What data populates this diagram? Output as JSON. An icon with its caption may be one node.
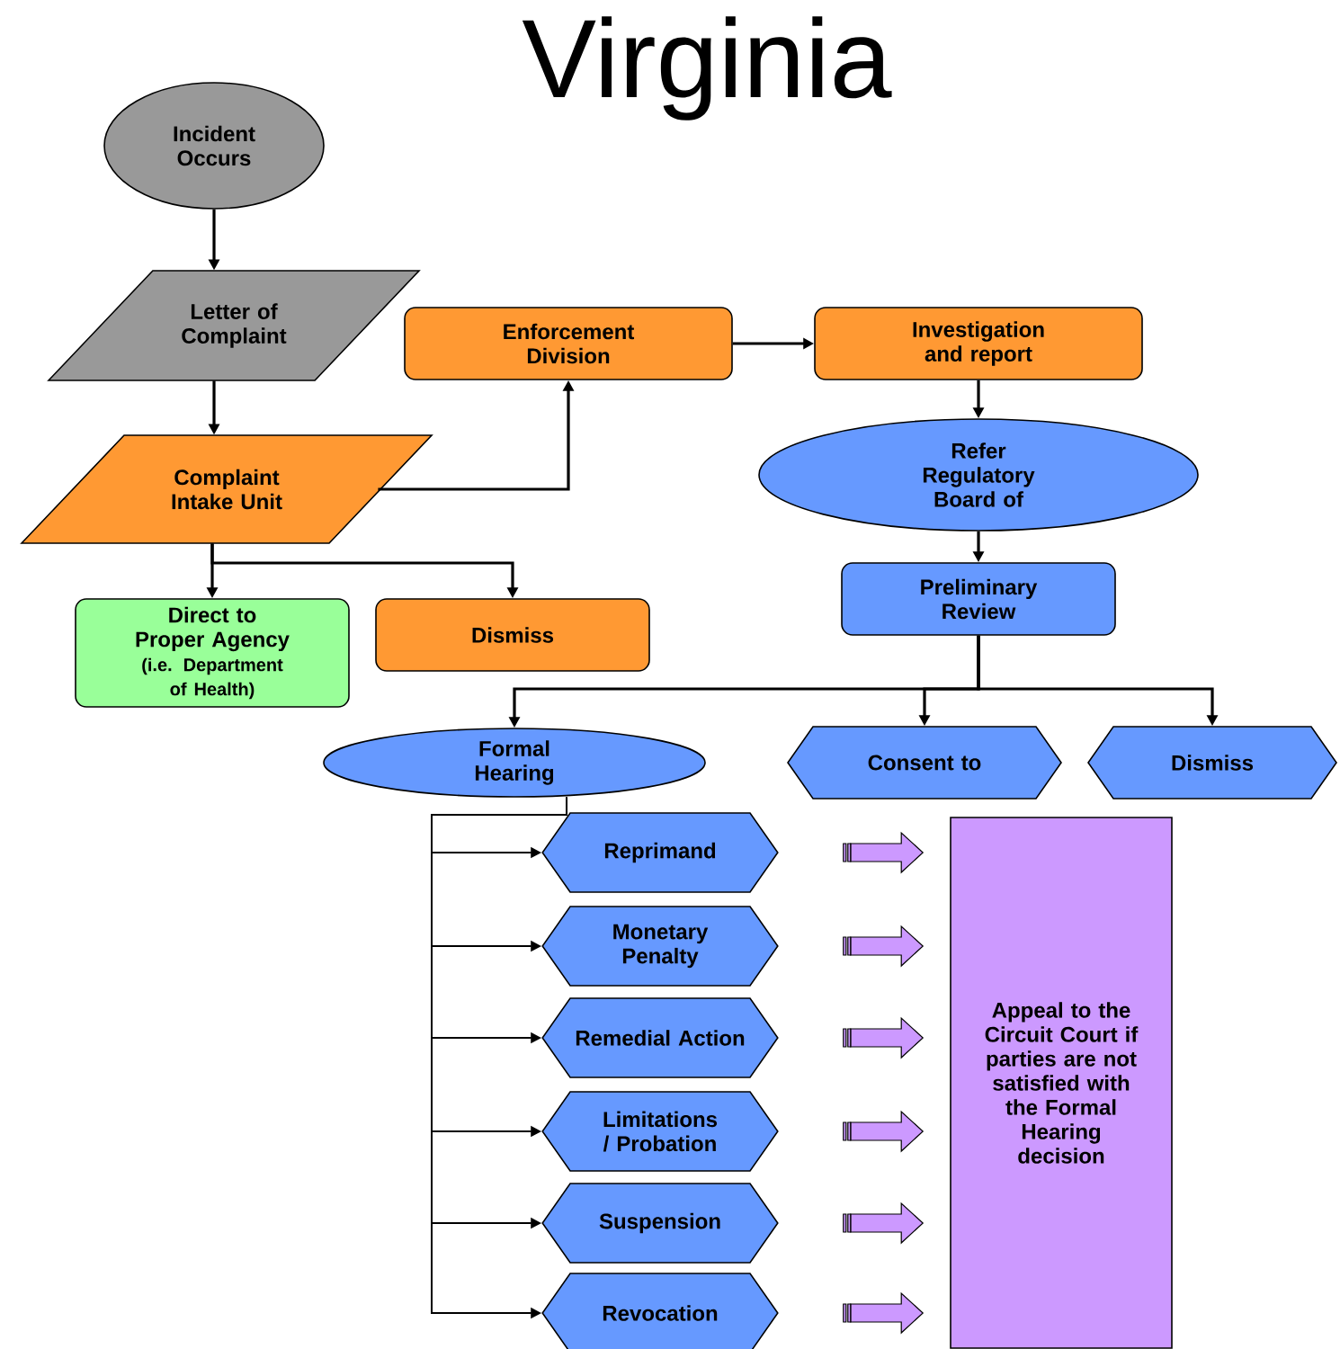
{
  "diagram": {
    "title": "Virginia",
    "nodes": [
      {
        "text": [
          "Incident Occurs"
        ]
      },
      {
        "text": [
          "Letter of Complaint"
        ]
      },
      {
        "text": [
          "Enforcement Division"
        ]
      },
      {
        "text": [
          "Investigation and report"
        ]
      },
      {
        "text": [
          "Complaint Intake Unit"
        ]
      },
      {
        "text": [
          "Refer Regulatory Board of"
        ]
      },
      {
        "text": [
          "Preliminary Review"
        ]
      },
      {
        "text": [
          "Direct to Proper Agency",
          "(i.e. Department of Health)"
        ]
      },
      {
        "text": [
          "Dismiss"
        ]
      },
      {
        "text": [
          "Formal Hearing"
        ]
      },
      {
        "text": [
          "Consent to"
        ]
      },
      {
        "text": [
          "Dismiss"
        ]
      },
      {
        "text": [
          "Reprimand"
        ]
      },
      {
        "text": [
          "Monetary Penalty"
        ]
      },
      {
        "text": [
          "Remedial Action"
        ]
      },
      {
        "text": [
          "Limitations / Probation"
        ]
      },
      {
        "text": [
          "Suspension"
        ]
      },
      {
        "text": [
          "Revocation"
        ]
      },
      {
        "text": [
          "Appeal to the Circuit Court if parties are not satisfied with the Formal Hearing decision"
        ]
      }
    ],
    "edges": [
      {
        "from": 0,
        "to": 1,
        "arrow": "to"
      },
      {
        "from": 1,
        "to": 4,
        "arrow": "to"
      },
      {
        "from": 4,
        "to": 2,
        "arrow": "to"
      },
      {
        "from": 2,
        "to": 3,
        "arrow": "to"
      },
      {
        "from": 3,
        "to": 5,
        "arrow": "to"
      },
      {
        "from": 5,
        "to": 6,
        "arrow": "to"
      },
      {
        "from": 4,
        "to": 7,
        "arrow": "to"
      },
      {
        "from": 4,
        "to": 8,
        "arrow": "to"
      },
      {
        "from": 6,
        "to": 9,
        "arrow": "to"
      },
      {
        "from": 6,
        "to": 10,
        "arrow": "to"
      },
      {
        "from": 6,
        "to": 11,
        "arrow": "to"
      },
      {
        "from": 9,
        "to": 12,
        "arrow": "to"
      },
      {
        "from": 9,
        "to": 13,
        "arrow": "to"
      },
      {
        "from": 9,
        "to": 14,
        "arrow": "to"
      },
      {
        "from": 9,
        "to": 15,
        "arrow": "to"
      },
      {
        "from": 9,
        "to": 16,
        "arrow": "to"
      },
      {
        "from": 9,
        "to": 17,
        "arrow": "to"
      },
      {
        "from": 12,
        "to": 18,
        "arrow": "to",
        "style": "thick",
        "color": "#cc99ff"
      },
      {
        "from": 13,
        "to": 18,
        "arrow": "to",
        "style": "thick",
        "color": "#cc99ff"
      },
      {
        "from": 14,
        "to": 18,
        "arrow": "to",
        "style": "thick",
        "color": "#cc99ff"
      },
      {
        "from": 15,
        "to": 18,
        "arrow": "to",
        "style": "thick",
        "color": "#cc99ff"
      },
      {
        "from": 16,
        "to": 18,
        "arrow": "to",
        "style": "thick",
        "color": "#cc99ff"
      },
      {
        "from": 17,
        "to": 18,
        "arrow": "to",
        "style": "thick",
        "color": "#cc99ff"
      }
    ]
  }
}
